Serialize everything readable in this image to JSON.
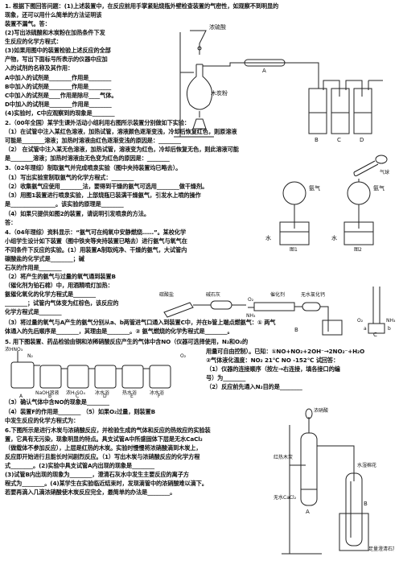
{
  "lines": [
    "1.  根据下图回答问题：(1)上述装置中，在反应前用手掌紧贴烧瓶外壁检查装置的气密性，如观察不到明显的",
    "    现象，还可以用什么简单的方法证明该",
    "装置不漏气。答：",
    "(2)写出浓硫酸和木炭粉在加热条件下发",
    "生反应的化学方程式：",
    "(3)如果用图中的装置检验上述反应的全部",
    "产物，写出下面标号所表示的仪器中应加",
    "入的试剂的名称及其作用：",
    "A中加入的试剂是________作用是________",
    "B中加入的试剂是________作用是________",
    "C中加入的试剂是____作用是除尽____气体。",
    "D中加入的试剂是________作用是________",
    "(4)实验时，C中应观察到的现象是________",
    "2.（00年全国）某学生课外活动小组利用右图所示装置分别做如下实验：",
    "（1）在试管中注入某红色溶液，加热试管，溶液颜色逐渐变浅，冷却后恢复红色，则原溶液",
    "可能是________溶液；加热时溶液由红色逐渐变浅的原因是：________",
    "（2）  在试管中注入某无色溶液，加热试管，溶液变为红色，冷却后恢复无色，则此溶液可能",
    "是________溶液；加热时溶液由无色变为红色的原因是：________",
    "3.（02年理综）制取氨气并完成喷泉实验（图中夹持装置均已略去）。",
    "（1）写出实验室制取氨气的化学方程式：________",
    "（2）收集氨气应使用________法，要得到干燥的氨气可选用________做干燥剂。",
    "（3）用图1装置进行喷泉实验，上部烧瓶已装满干燥氨气，引发水上喷的操作",
    "是________________。该实验的原理是________",
    "（4）如果只提供如图2的装置，请说明引发喷泉的方法。",
    "答：",
    "4.（04年理综）资料显示：“氨气可在纯氧中安静燃烧……”。某校化学",
    "小组学生设计如下装置（图中铁夹等夹持装置已略去）进行氨气与氧气在",
    "不同条件下反应的实验。(1）用装置A制取纯净、干燥的氨气，大试管内",
    "碳酸盐的化学式是________；碱",
    "石灰的作用是________",
    "（2）将产生的氨气与过量的氧气通到装置B",
    "（催化剂为铂石棉）中，用酒精喷灯加热：",
    "氨催化氧化的化学方程式是________",
    "________；试管内气体变为红棕色，该反应的",
    "化学方程式是________",
    "（3）将过量的氧气与A产生的氨气分别从a、b两管进气口通入到装置C中，并在b管上端点燃氨气：①  两气",
    "体通入的先后顺序是________，其理由是________。②  氨气燃烧的化学方程式是________。",
    "5.  用下图装置、药品检验由铜和浓稀硝酸反应产生的气体中含NO（仪器可选择使用，N₂和O₂的",
    "用量可自由控制）。已知：①NO+NO₂+2OH⁻→2NO₂⁻+H₂O",
    "②气体液化温度：NO₂  21℃  NO  -152℃  试回答：",
    "（1）仪器的连接顺序（按左→右连接，填各接口的编",
    "号）为________",
    "（2）反应前先通入N₂目的是________",
    "（3）确认气体中含NO的现象是________",
    "（4）装置F的作用是________          （5）如果O₂过量，则装置B",
    "中发生反应的化学方程式为：",
    "6.下图所示是进行木炭与浓硝酸反应，并检验生成的气体和反应的热效应的实验装",
    "置，它具有无污染，现象明显的特点。具支试管A中所盛固体下层是无水CaCl₂",
    "（做载体不参加反应），上层是红热的木炭。实验时慢慢将浓硝酸滴到木炭上，",
    "反应即开始进行且能长时间剧烈反应。（1）写出木炭与浓硝酸反应的化学方程",
    "式________。(2)实验中具支试管A内出现的现象是________",
    "(3)试管B内出现的现象为________，澄清石灰水中发生主要反应的离子方",
    "程式为________。(4)某学生在实验临近结束时，发现滴管中的浓硝酸难以滴下。",
    "若要再滴入几滴浓硝酸使木炭反应完全，最简单的办法是________。"
  ],
  "figures": {
    "fig1": {
      "labels": [
        "浓硫酸",
        "木炭粉",
        "A",
        "B",
        "C",
        "D"
      ]
    },
    "fig2": {
      "labels": [
        "气球"
      ]
    },
    "fig3": {
      "labels": [
        "氨气",
        "氨气",
        "水",
        "水",
        "图1",
        "图2"
      ]
    },
    "fig4": {
      "labels": [
        "碳酸盐",
        "碱石灰",
        "A",
        "催化剂",
        "无水氯化钙",
        "B",
        "O₂",
        "NH₃",
        "O₂",
        "NH₃",
        "a",
        "b",
        "C"
      ]
    },
    "fig5": {
      "labels": [
        "浓HNO₃",
        "N₂",
        "O₂",
        "NaOH溶液",
        "浓H₂SO₄",
        "冰水浴",
        "热水浴",
        "冰水浴",
        "A",
        "B",
        "C",
        "D",
        "E",
        "F"
      ]
    },
    "fig6": {
      "labels": [
        "浓硝酸",
        "红热木炭",
        "无水CaCl₂",
        "A",
        "水湿棉花",
        "B",
        "足量澄清石灰水"
      ]
    }
  }
}
